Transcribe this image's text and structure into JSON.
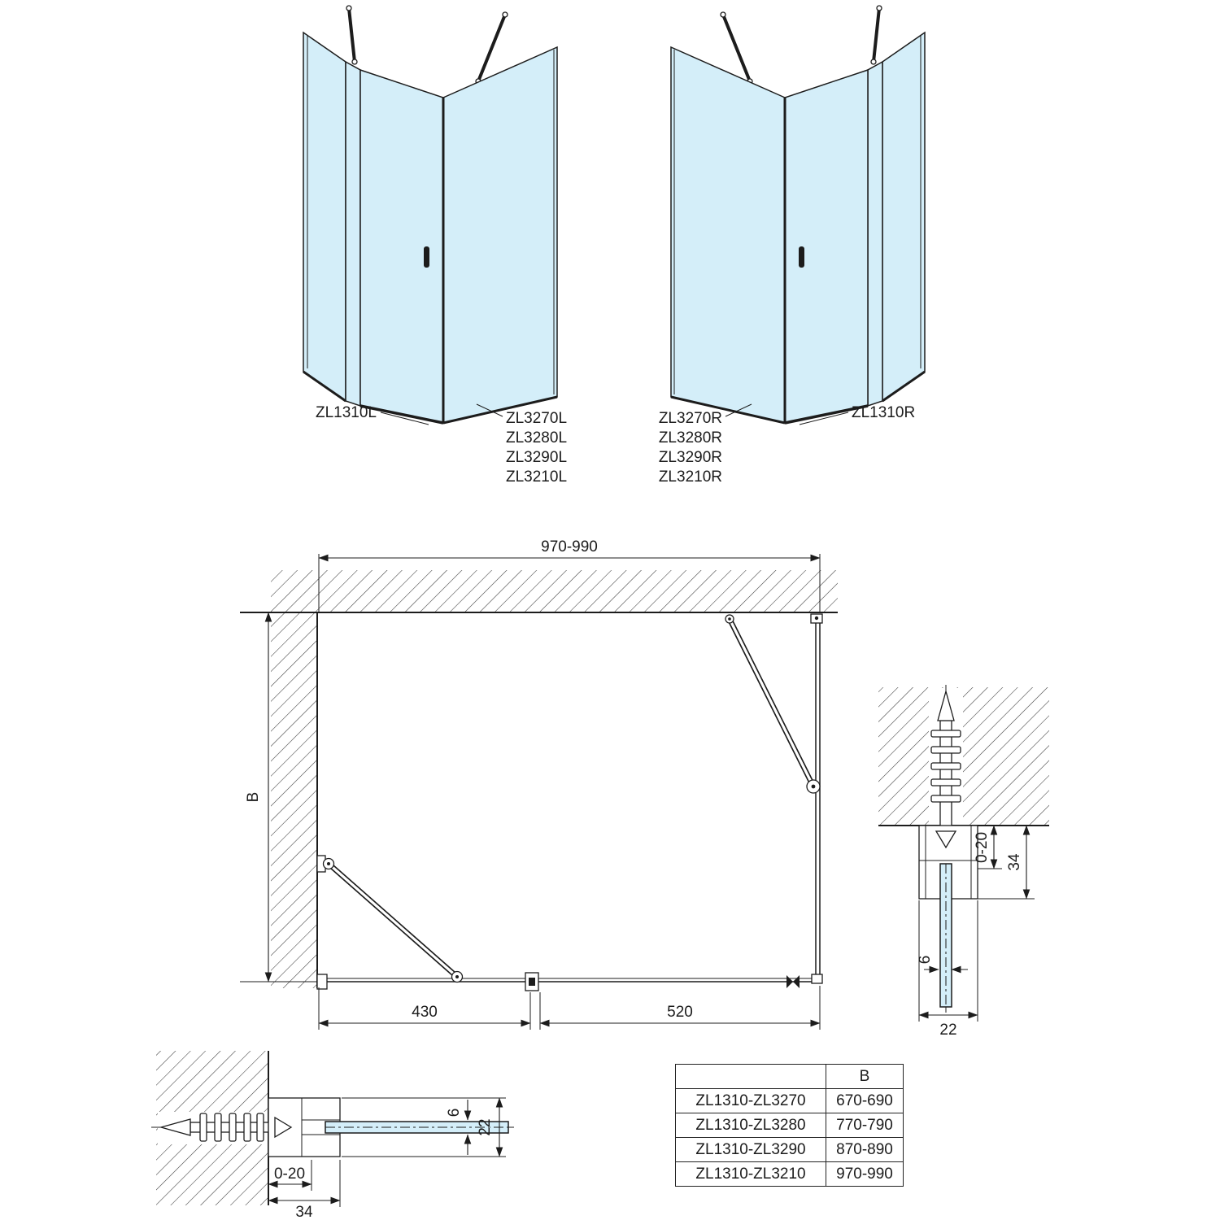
{
  "colors": {
    "glass": "#d4eef9",
    "line": "#1c1c1c"
  },
  "iso_left": {
    "fixed_label": "ZL1310L",
    "door_labels": [
      "ZL3270L",
      "ZL3280L",
      "ZL3290L",
      "ZL3210L"
    ]
  },
  "iso_right": {
    "fixed_label": "ZL1310R",
    "door_labels": [
      "ZL3270R",
      "ZL3280R",
      "ZL3290R",
      "ZL3210R"
    ]
  },
  "plan": {
    "width": "970-990",
    "depth": "B",
    "fixed_panel": "430",
    "door_panel": "520"
  },
  "detail_right": {
    "adjust": "0-20",
    "depth": "34",
    "glass_thickness": "6",
    "width": "22"
  },
  "detail_bottom": {
    "glass_thickness": "6",
    "width": "22",
    "adjust": "0-20",
    "depth": "34"
  },
  "table": {
    "header_b": "B",
    "rows": [
      {
        "model": "ZL1310-ZL3270",
        "b": "670-690"
      },
      {
        "model": "ZL1310-ZL3280",
        "b": "770-790"
      },
      {
        "model": "ZL1310-ZL3290",
        "b": "870-890"
      },
      {
        "model": "ZL1310-ZL3210",
        "b": "970-990"
      }
    ]
  }
}
